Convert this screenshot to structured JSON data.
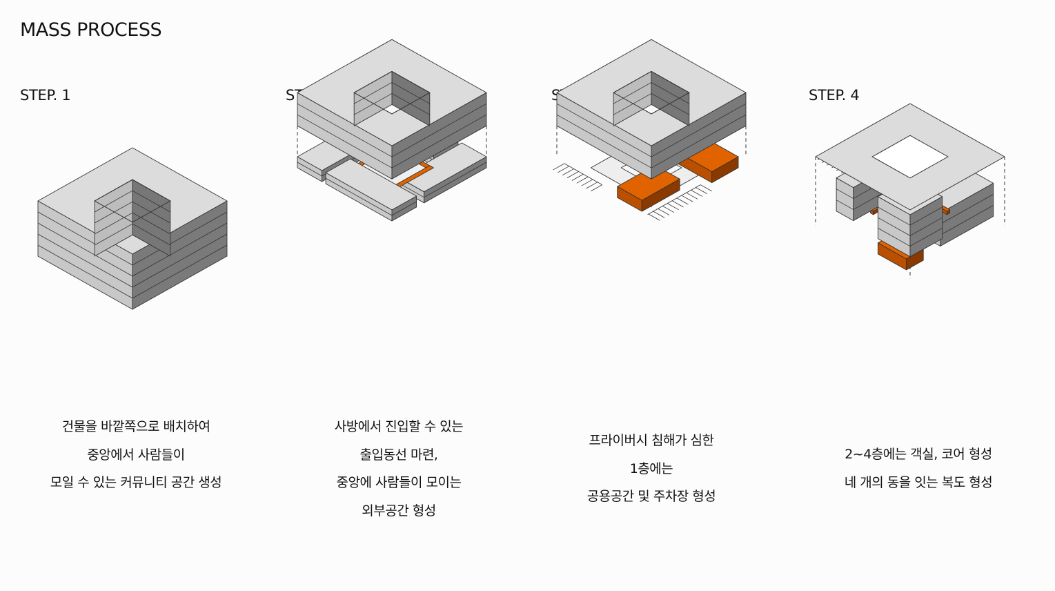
{
  "title": "MASS PROCESS",
  "colors": {
    "top": "#dcdcdc",
    "left_face": "#c8c8c8",
    "right_face": "#7a7a7a",
    "accent_top": "#e06300",
    "accent_left": "#ba4f00",
    "accent_right": "#8a3900"
  },
  "steps": [
    {
      "label": "STEP. 1",
      "caption": [
        "건물을 바깥쪽으로 배치하여",
        "중앙에서 사람들이",
        "모일 수 있는 커뮤니티 공간 생성"
      ]
    },
    {
      "label": "STEP. 2",
      "caption": [
        "사방에서 진입할 수 있는",
        "출입동선 마련,",
        "중앙에 사람들이 모이는",
        "외부공간 형성"
      ]
    },
    {
      "label": "STEP. 3",
      "caption": [
        "프라이버시 침해가 심한",
        "1층에는",
        "공용공간 및 주차장 형성"
      ]
    },
    {
      "label": "STEP. 4",
      "caption": [
        "2~4층에는 객실, 코어 형성",
        "네 개의 동을 잇는 복도 형성"
      ]
    }
  ]
}
